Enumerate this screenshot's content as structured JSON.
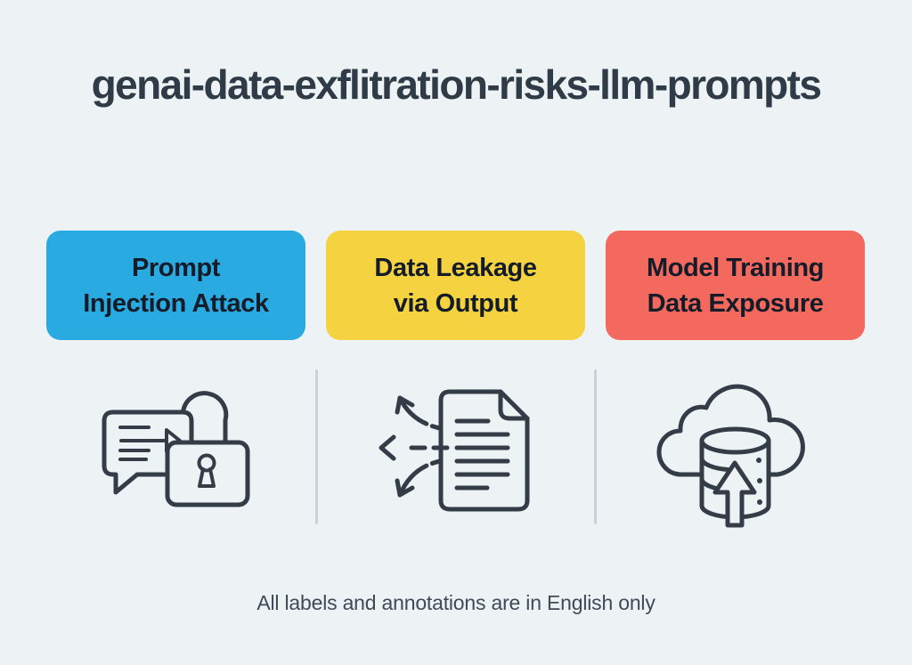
{
  "title": "genai-data-exflitration-risks-llm-prompts",
  "colors": {
    "background": "#EDF3F5",
    "title_text": "#2F3B47",
    "card_text": "#141C29",
    "icon_stroke": "#333C47",
    "divider": "#C9D2D9",
    "footer_text": "#3E4A56"
  },
  "cards": [
    {
      "id": "prompt-injection",
      "color": "#29ABE2",
      "lines": [
        "Prompt",
        "Injection Attack"
      ],
      "icon": "chat-unlock-icon"
    },
    {
      "id": "data-leakage",
      "color": "#F5D23F",
      "lines": [
        "Data Leakage",
        "via Output"
      ],
      "icon": "document-exfiltration-icon"
    },
    {
      "id": "training-exposure",
      "color": "#F4695E",
      "lines": [
        "Model Training",
        "Data Exposure"
      ],
      "icon": "cloud-database-upload-icon"
    }
  ],
  "footer": "All labels and annotations are in English only"
}
